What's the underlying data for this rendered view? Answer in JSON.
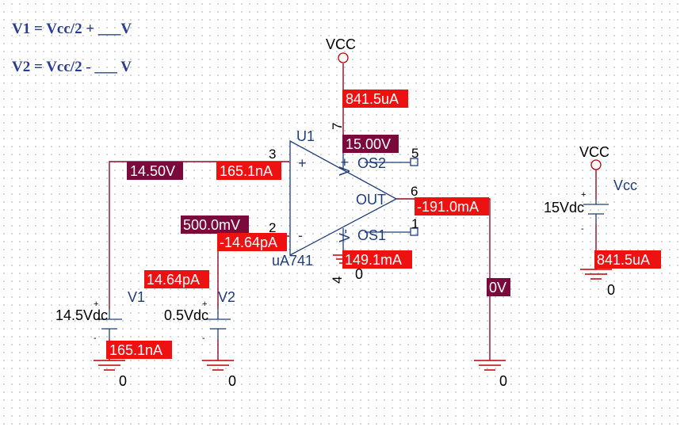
{
  "equations": {
    "v1": "V1 = Vcc/2 + ___V",
    "v2": "V2 = Vcc/2 -  ___ V"
  },
  "power": {
    "vcc_label_main": "VCC",
    "vcc_label_source": "VCC",
    "source_name": "Vcc",
    "source_value": "15Vdc"
  },
  "opamp": {
    "refdes": "U1",
    "model": "uA741",
    "pin_plus": "+",
    "pin_minus": "-",
    "out_label": "OUT",
    "os1_label": "OS1",
    "os2_label": "OS2",
    "vplus_label": "V+",
    "vminus_label": "V-",
    "pin3": "3",
    "pin2": "2",
    "pin7": "7",
    "pin4": "4",
    "pin5": "5",
    "pin6": "6",
    "pin1": "1"
  },
  "sources": {
    "v1_name": "V1",
    "v1_value": "14.5Vdc",
    "v2_name": "V2",
    "v2_value": "0.5Vdc"
  },
  "grounds": {
    "g1": "0",
    "g2": "0",
    "g3": "0",
    "g4": "0",
    "g5": "0"
  },
  "probes": {
    "vcc_current": "841.5uA",
    "v_pos_rail": "15.00V",
    "v_plus_input": "14.50V",
    "i_plus_input": "165.1nA",
    "v_minus_input": "500.0mV",
    "i_minus_input": "-14.64pA",
    "i_v2": "14.64pA",
    "i_out": "-191.0mA",
    "i_vminus": "149.1mA",
    "v_out": "0V",
    "i_v1": "165.1nA",
    "i_vcc_source": "841.5uA"
  },
  "colors": {
    "wire": "#8b0a2a",
    "current_probe": "#ee1111",
    "voltage_probe": "#7a0a3c",
    "ground": "#c00000",
    "part": "#1f3d7a",
    "equation": "#2a3d8f"
  }
}
